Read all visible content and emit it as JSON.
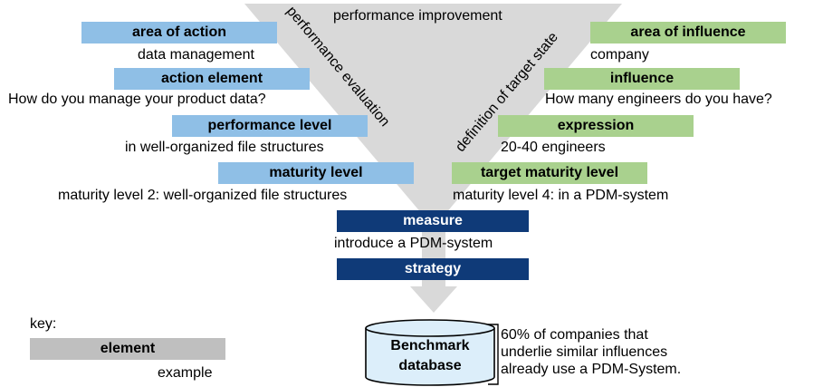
{
  "funnel": {
    "top_label": "performance improvement",
    "left_diagonal_label": "performance evaluation",
    "right_diagonal_label": "definition of target state"
  },
  "left_column": [
    {
      "box": "area of action",
      "text": "data management"
    },
    {
      "box": "action element",
      "text": "How do you manage your product data?"
    },
    {
      "box": "performance level",
      "text": "in well-organized file structures"
    },
    {
      "box": "maturity level",
      "text": "maturity level 2: well-organized file structures"
    }
  ],
  "right_column": [
    {
      "box": "area of influence",
      "text": "company"
    },
    {
      "box": "influence",
      "text": "How many engineers do you have?"
    },
    {
      "box": "expression",
      "text": "20-40 engineers"
    },
    {
      "box": "target maturity level",
      "text": "maturity level 4: in a PDM-system"
    }
  ],
  "center": {
    "measure_label": "measure",
    "measure_text": "introduce a PDM-system",
    "strategy_label": "strategy"
  },
  "database": {
    "label_line1": "Benchmark",
    "label_line2": "database",
    "note_lines": [
      "60% of companies that",
      "underlie similar influences",
      "already use a PDM-System."
    ]
  },
  "key": {
    "title": "key:",
    "element_label": "element",
    "example_label": "example"
  },
  "colors": {
    "funnel": "#d9d9d9",
    "left_boxes": "#8fbfe6",
    "right_boxes": "#a9d18e",
    "center_boxes": "#0f3a78",
    "key_box": "#bfbfbf",
    "database_fill": "#dceefa"
  }
}
